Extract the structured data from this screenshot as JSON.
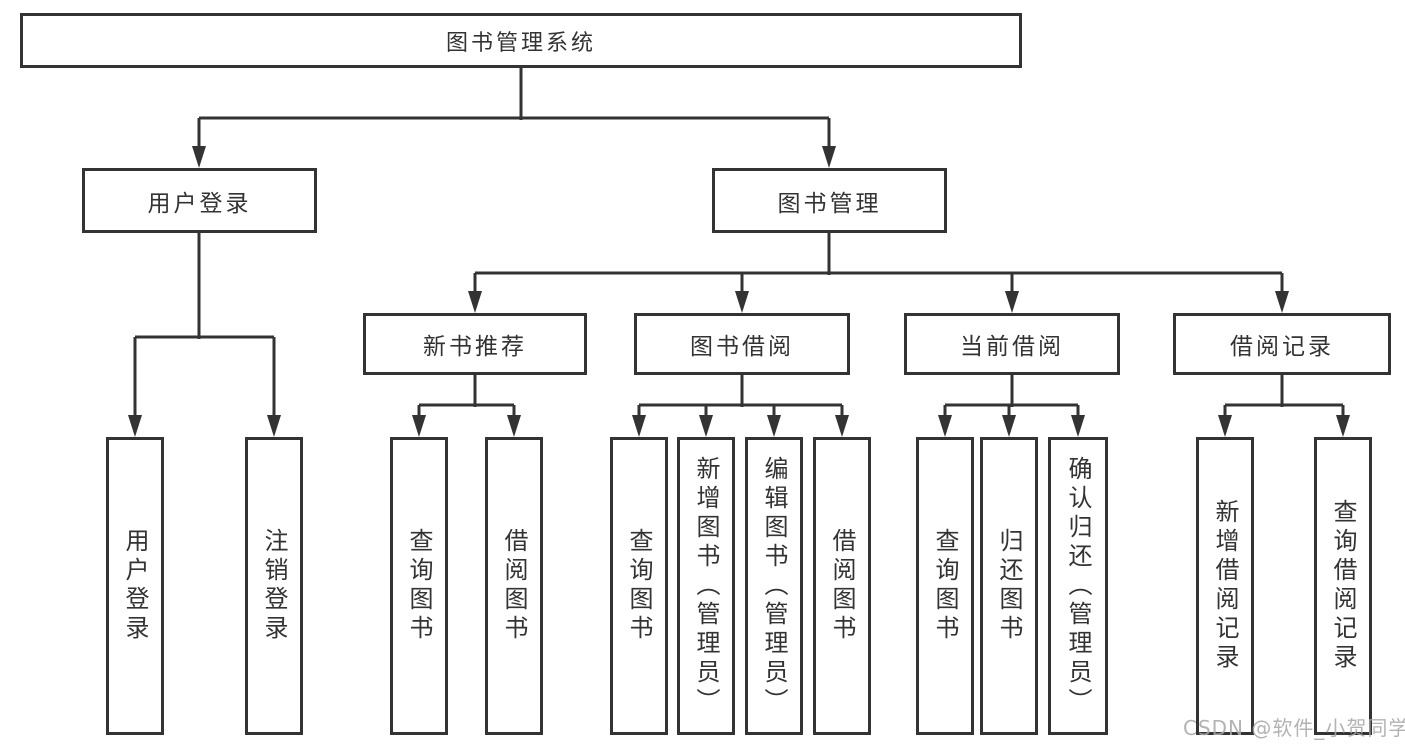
{
  "tree": {
    "root": {
      "label": "图书管理系统"
    },
    "children": [
      {
        "label": "用户登录",
        "children": [
          {
            "label": "用户登录"
          },
          {
            "label": "注销登录"
          }
        ]
      },
      {
        "label": "图书管理",
        "children": [
          {
            "label": "新书推荐",
            "children": [
              {
                "label": "查询图书"
              },
              {
                "label": "借阅图书"
              }
            ]
          },
          {
            "label": "图书借阅",
            "children": [
              {
                "label": "查询图书"
              },
              {
                "label": "新增图书（管理员）"
              },
              {
                "label": "编辑图书（管理员）"
              },
              {
                "label": "借阅图书"
              }
            ]
          },
          {
            "label": "当前借阅",
            "children": [
              {
                "label": "查询图书"
              },
              {
                "label": "归还图书"
              },
              {
                "label": "确认归还（管理员）"
              }
            ]
          },
          {
            "label": "借阅记录",
            "children": [
              {
                "label": "新增借阅记录"
              },
              {
                "label": "查询借阅记录"
              }
            ]
          }
        ]
      }
    ]
  },
  "watermark": {
    "text": "CSDN @软件_小贺同学"
  },
  "colors": {
    "line": "#333333",
    "box_border": "#333333",
    "box_fill": "#ffffff",
    "text": "#333333",
    "watermark": "#a8a8a8",
    "background": "#ffffff"
  }
}
